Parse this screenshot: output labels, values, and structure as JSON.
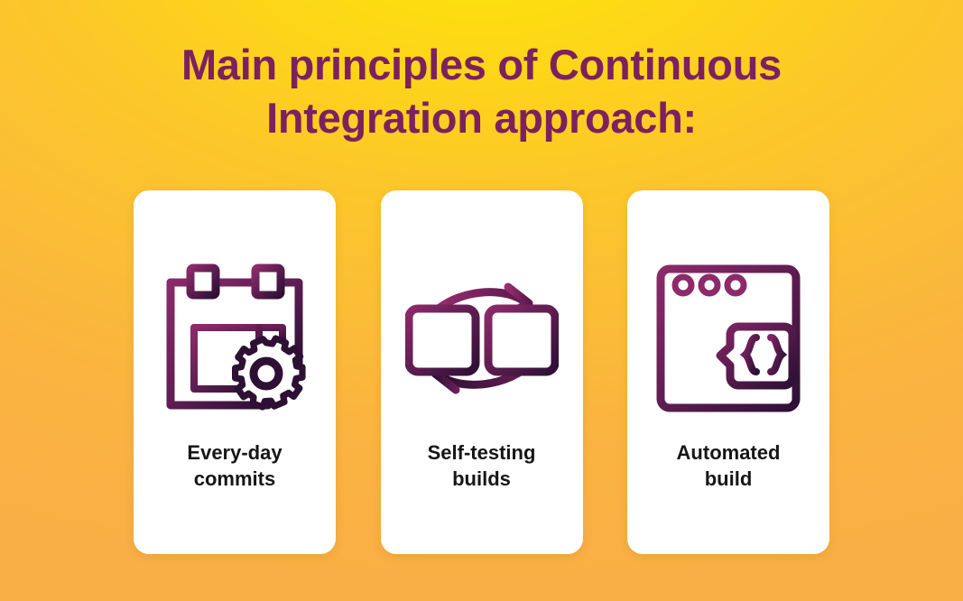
{
  "poster": {
    "title_lines": [
      "Main principles of Continuous",
      "Integration approach:"
    ],
    "title_color": "#7B2160",
    "background_colors": {
      "gradient_center_top": "#FCE70B",
      "gradient_mid": "#FBBE35",
      "gradient_edge": "#F9AE46"
    },
    "card_background": "#FFFFFF",
    "icon_color_dark": "#2E1035",
    "icon_color_light": "#8C2A6B",
    "label_color": "#161616"
  },
  "cards": [
    {
      "icon_name": "calendar-gear-icon",
      "label_lines": [
        "Every-day",
        "commits"
      ]
    },
    {
      "icon_name": "sync-panels-icon",
      "label_lines": [
        "Self-testing",
        "builds"
      ]
    },
    {
      "icon_name": "browser-code-icon",
      "label_lines": [
        "Automated",
        "build"
      ]
    }
  ]
}
